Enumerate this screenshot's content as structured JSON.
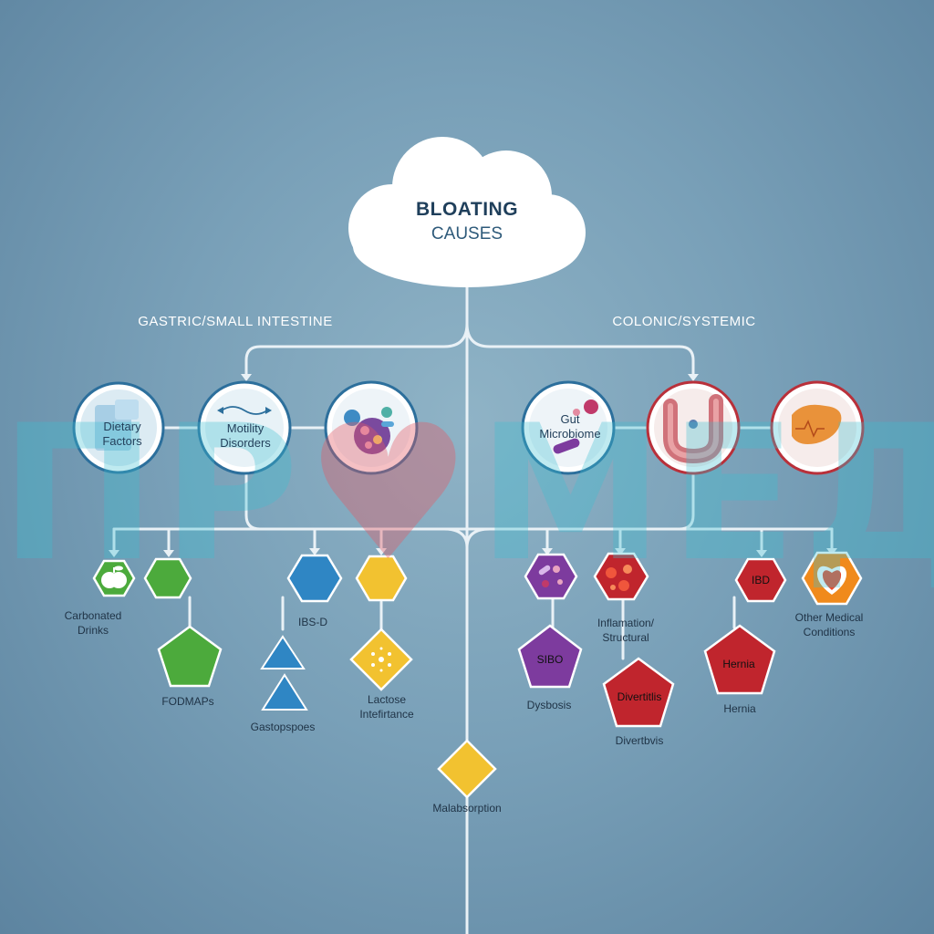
{
  "watermark": {
    "left": "ПР",
    "heart": "♥",
    "right": "МЕД"
  },
  "root": {
    "title": "BLOATING",
    "subtitle": "CAUSES"
  },
  "branches": {
    "left": "GASTRIC/SMALL INTESTINE",
    "right": "COLONIC/SYSTEMIC"
  },
  "categories": {
    "dietary": "Dietary\nFactors",
    "motility": "Motility\nDisorders",
    "microbiome": "Gut\nMicrobiome"
  },
  "nodes": {
    "carbonated": "Carbonated\nDrinks",
    "fodmaps": "FODMAPs",
    "ibs_d": "IBS-D",
    "gastroparesis": "Gastopspoes",
    "lactose": "Lactose\nIntefirtance",
    "malabsorption": "Malabsorption",
    "sibo": "SIBO",
    "dysbosis": "Dysbosis",
    "inflammation": "Inflamation/\nStructural",
    "divertitis_shape": "Divertitlis",
    "divertitis_label": "Divertbvis",
    "ibd": "IBD",
    "hernia_shape": "Hernia",
    "hernia_label": "Hernia",
    "other": "Other Medical\nConditions"
  },
  "colors": {
    "green": "#4caa3c",
    "blue": "#2f86c4",
    "yellow": "#f2c230",
    "purple": "#7d3b9e",
    "red": "#c0252d",
    "orange": "#f08a1c",
    "circle_blue_ring": "#2c6f9c",
    "circle_red_ring": "#b9303a",
    "line": "#e9f1f6"
  },
  "icons": {
    "dietary": "cup-icon",
    "motility": "wave-arrows-icon",
    "microbes": "microbe-cluster-icon",
    "microbiome": "bacteria-icon",
    "intestine": "intestine-icon",
    "liver": "liver-icon",
    "apple": "apple-icon",
    "microbes_small": "microbes-icon",
    "red_cells": "red-cells-icon",
    "heart": "heart-organ-icon",
    "dots": "dots-icon"
  }
}
